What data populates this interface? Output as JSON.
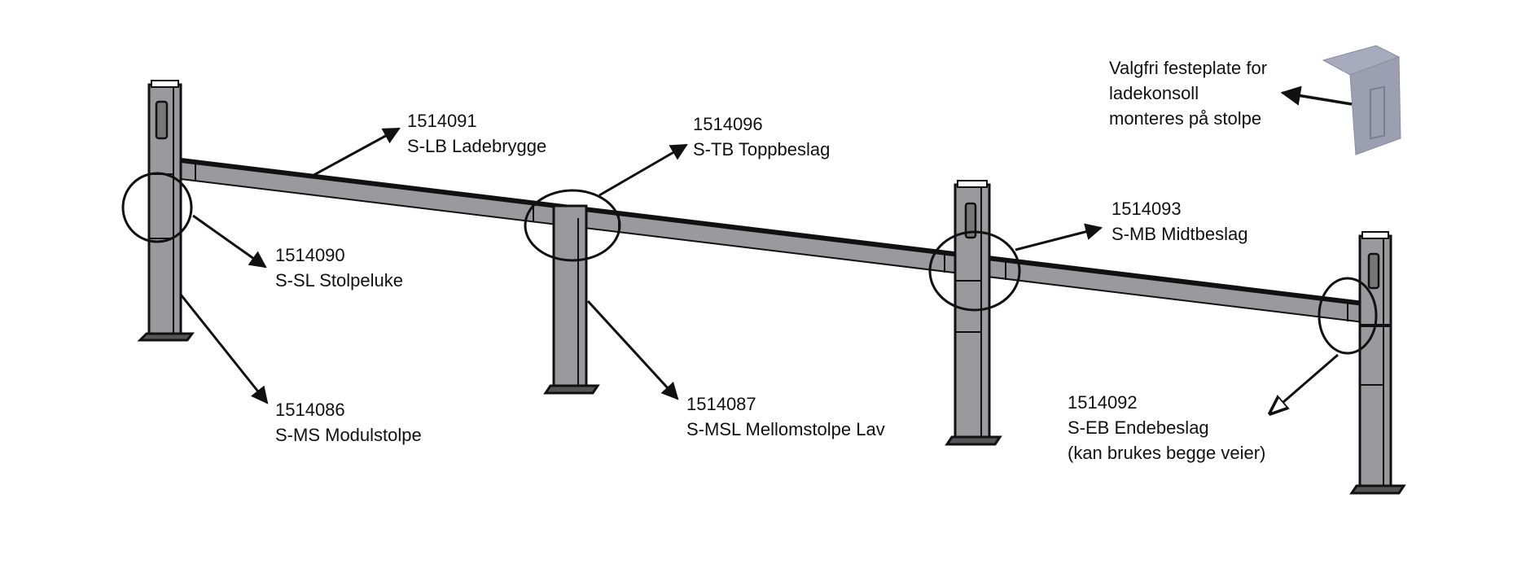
{
  "colors": {
    "metal": "#9a9a9c",
    "outline": "#111111",
    "bracket_plate": "#9c9eb1",
    "background": "#ffffff"
  },
  "callouts": [
    {
      "id": "stolpeluke",
      "part_number": "1514090",
      "name": "S-SL Stolpeluke"
    },
    {
      "id": "modulstolpe",
      "part_number": "1514086",
      "name": "S-MS Modulstolpe"
    },
    {
      "id": "ladebrygge",
      "part_number": "1514091",
      "name": "S-LB Ladebrygge"
    },
    {
      "id": "toppbeslag",
      "part_number": "1514096",
      "name": "S-TB Toppbeslag"
    },
    {
      "id": "mellomstolpe",
      "part_number": "1514087",
      "name": "S-MSL Mellomstolpe Lav"
    },
    {
      "id": "midtbeslag",
      "part_number": "1514093",
      "name": "S-MB Midtbeslag"
    },
    {
      "id": "endebeslag",
      "part_number": "1514092",
      "name": "S-EB Endebeslag",
      "note": "(kan brukes begge veier)"
    }
  ],
  "optional_plate": {
    "lines": [
      "Valgfri festeplate for",
      "ladekonsoll",
      "monteres på stolpe"
    ]
  }
}
